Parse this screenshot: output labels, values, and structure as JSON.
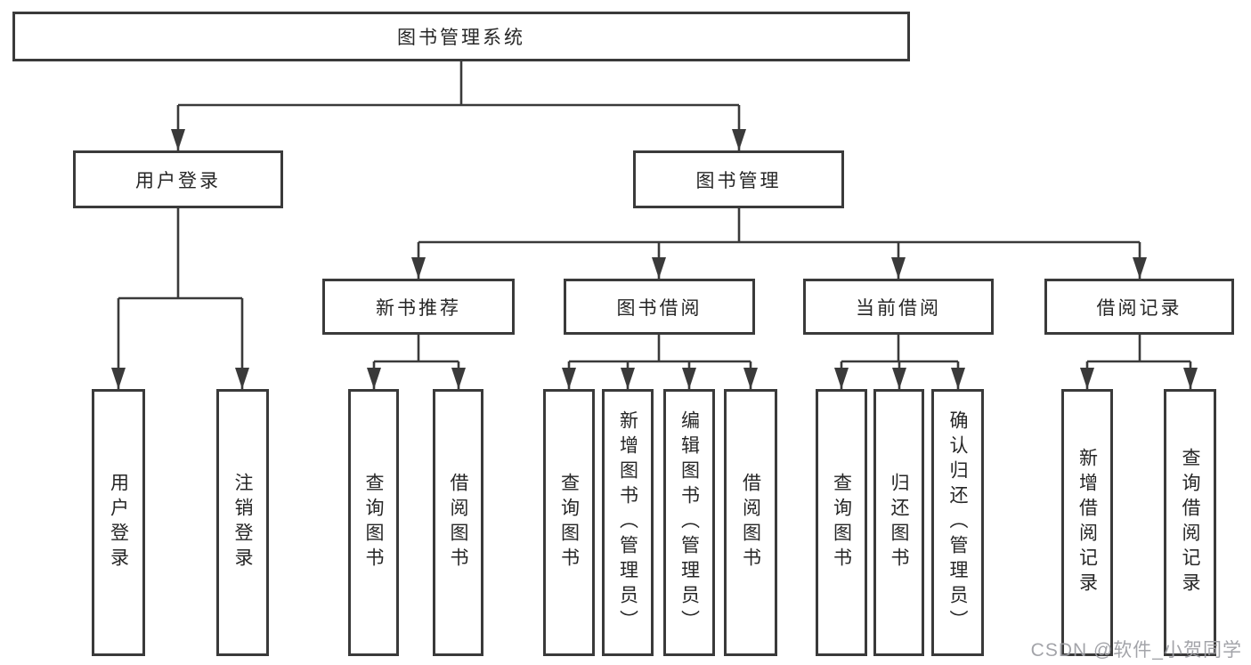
{
  "diagram": {
    "root": {
      "label": "图书管理系统"
    },
    "level2": [
      {
        "label": "用户登录"
      },
      {
        "label": "图书管理"
      }
    ],
    "level3": [
      {
        "label": "新书推荐"
      },
      {
        "label": "图书借阅"
      },
      {
        "label": "当前借阅"
      },
      {
        "label": "借阅记录"
      }
    ],
    "leaves": {
      "login": [
        "用户登录",
        "注销登录"
      ],
      "recommend": [
        "查询图书",
        "借阅图书"
      ],
      "borrow": [
        "查询图书",
        "新增图书（管理员）",
        "编辑图书（管理员）",
        "借阅图书"
      ],
      "current": [
        "查询图书",
        "归还图书",
        "确认归还（管理员）"
      ],
      "records": [
        "新增借阅记录",
        "查询借阅记录"
      ]
    }
  },
  "colors": {
    "line": "#3a3a3a",
    "text": "#262626",
    "background": "#ffffff",
    "watermark": "#9e9fa4"
  },
  "watermark": {
    "text": "CSDN @软件_小贺同学"
  }
}
